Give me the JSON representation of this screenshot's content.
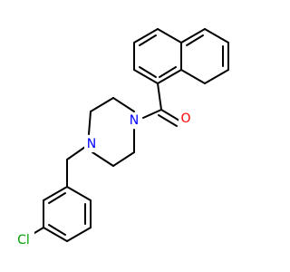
{
  "molecule": {
    "atoms": [
      {
        "id": "O",
        "label": "O",
        "color": "#ff0000"
      },
      {
        "id": "N1",
        "label": "N",
        "color": "#0000ff"
      },
      {
        "id": "N2",
        "label": "N",
        "color": "#0000ff"
      },
      {
        "id": "Cl",
        "label": "Cl",
        "color": "#00a000"
      }
    ],
    "bond_color": "#000000",
    "background": "#ffffff"
  }
}
